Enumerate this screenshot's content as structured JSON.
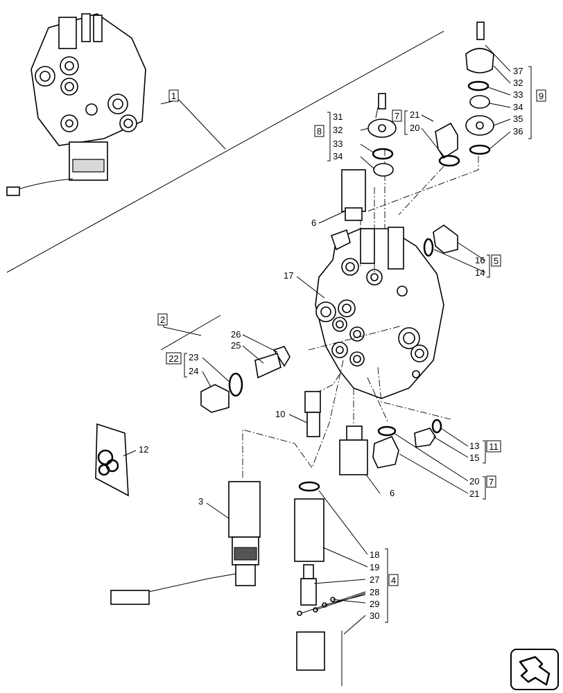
{
  "callouts": {
    "c1": "1",
    "c2": "2",
    "c3": "3",
    "c4": "4",
    "c5": "5",
    "c6a": "6",
    "c6b": "6",
    "c7a": "7",
    "c7b": "7",
    "c8": "8",
    "c9": "9",
    "c10": "10",
    "c11": "11",
    "c12": "12",
    "c13": "13",
    "c14": "14",
    "c15": "15",
    "c16": "16",
    "c17": "17",
    "c18": "18",
    "c19": "19",
    "c20a": "20",
    "c20b": "20",
    "c21a": "21",
    "c21b": "21",
    "c22": "22",
    "c23": "23",
    "c24": "24",
    "c25": "25",
    "c26": "26",
    "c27": "27",
    "c28": "28",
    "c29": "29",
    "c30": "30",
    "c31": "31",
    "c32a": "32",
    "c32b": "32",
    "c33a": "33",
    "c33b": "33",
    "c34a": "34",
    "c34b": "34",
    "c35": "35",
    "c36": "36",
    "c37": "37"
  },
  "icons": {
    "nav": "next-page-arrow-icon"
  }
}
